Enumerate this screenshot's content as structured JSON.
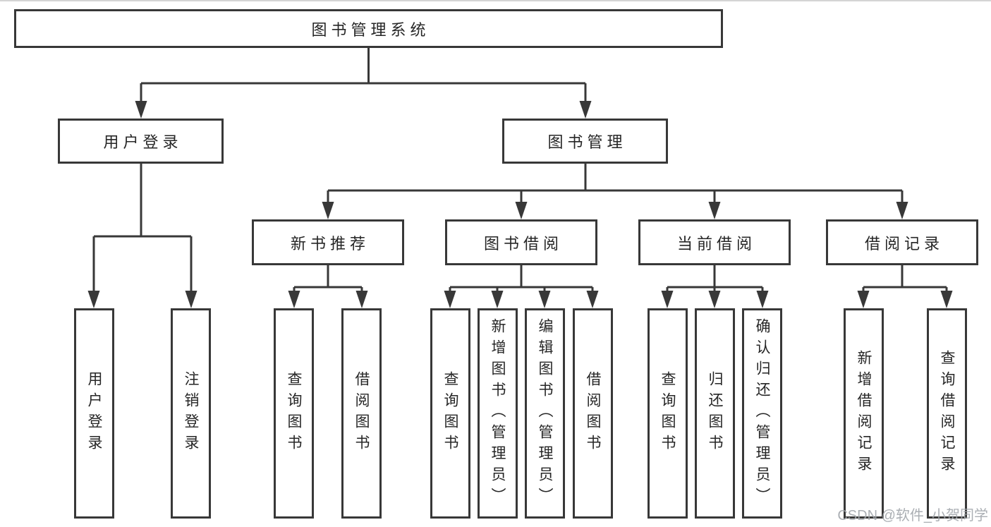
{
  "diagram_type": "hierarchy-tree",
  "tree": {
    "label": "图书管理系统",
    "children": [
      {
        "label": "用户登录",
        "children": [
          {
            "label": "用户登录"
          },
          {
            "label": "注销登录"
          }
        ]
      },
      {
        "label": "图书管理",
        "children": [
          {
            "label": "新书推荐",
            "children": [
              {
                "label": "查询图书"
              },
              {
                "label": "借阅图书"
              }
            ]
          },
          {
            "label": "图书借阅",
            "children": [
              {
                "label": "查询图书"
              },
              {
                "label": "新增图书（管理员）"
              },
              {
                "label": "编辑图书（管理员）"
              },
              {
                "label": "借阅图书"
              }
            ]
          },
          {
            "label": "当前借阅",
            "children": [
              {
                "label": "查询图书"
              },
              {
                "label": "归还图书"
              },
              {
                "label": "确认归还（管理员）"
              }
            ]
          },
          {
            "label": "借阅记录",
            "children": [
              {
                "label": "新增借阅记录"
              },
              {
                "label": "查询借阅记录"
              }
            ]
          }
        ]
      }
    ]
  },
  "watermark": {
    "text": "CSDN @软件_小贺同学"
  },
  "colors": {
    "line": "#383838",
    "text": "#262626",
    "watermark": "#a2a7ac",
    "background": "#ffffff"
  }
}
